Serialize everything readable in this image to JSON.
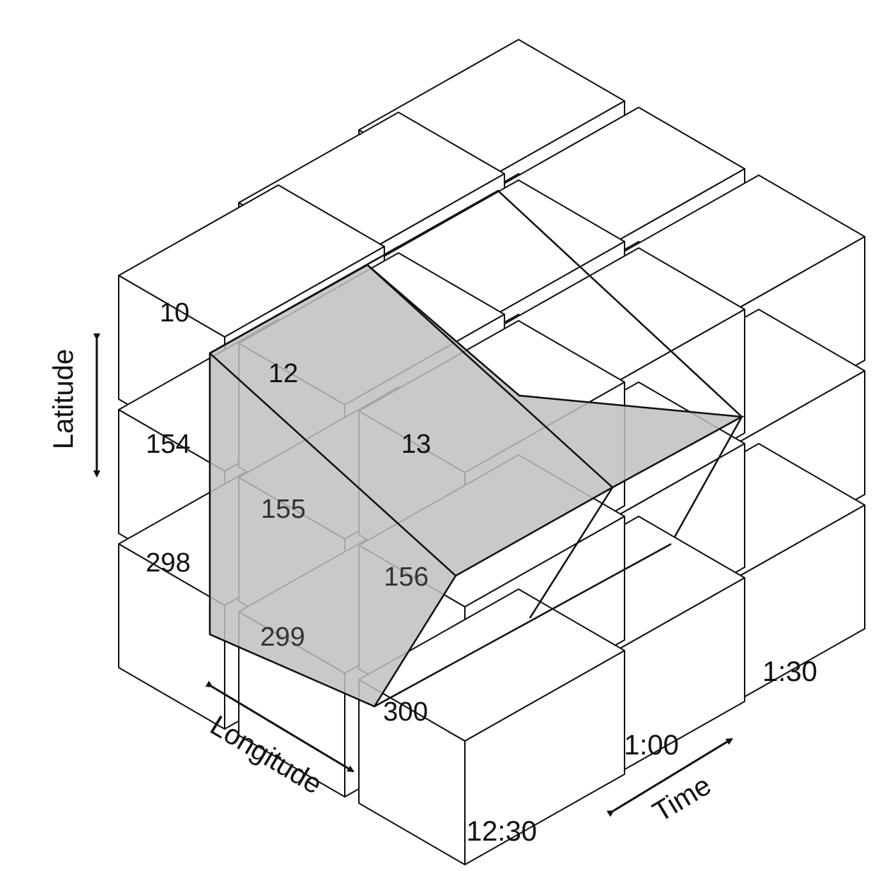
{
  "axes": {
    "latitude": "Latitude",
    "longitude": "Longitude",
    "time": "Time"
  },
  "time_ticks": [
    "12:30",
    "1:00",
    "1:30"
  ],
  "cell_labels": {
    "c10": "10",
    "c12": "12",
    "c13": "13",
    "c154": "154",
    "c155": "155",
    "c156": "156",
    "c298": "298",
    "c299": "299",
    "c300": "300"
  },
  "colors": {
    "stroke": "#111111",
    "cube_fill": "#ffffff",
    "slice_fill": "#c0c0c0",
    "text": "#111111"
  }
}
